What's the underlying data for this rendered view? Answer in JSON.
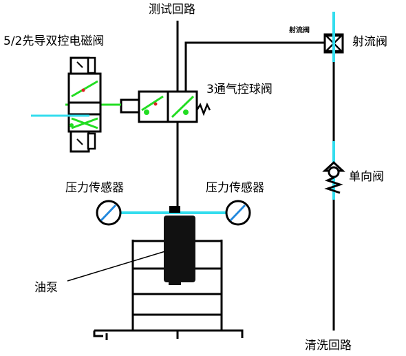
{
  "labels": {
    "test_loop": "测试回路",
    "solenoid_valve": "5/2先导双控电磁阀",
    "three_way_ball_valve": "3通气控球阀",
    "jet_valve_small": "射流阀",
    "jet_valve": "射流阀",
    "check_valve": "单向阀",
    "pressure_sensor_left": "压力传感器",
    "pressure_sensor_right": "压力传感器",
    "oil_pump": "油泵",
    "cleaning_loop": "清洗回路"
  },
  "colors": {
    "line": "#000000",
    "water": "#33ddee",
    "air": "#22dd22",
    "marker": "#dd2222",
    "gauge_needle": "#2288dd"
  }
}
